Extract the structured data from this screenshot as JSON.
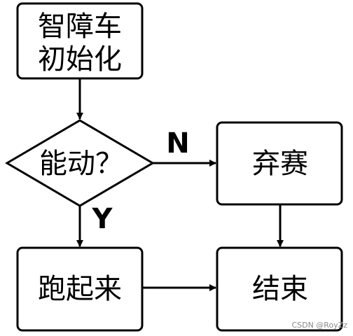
{
  "nodes": {
    "init": {
      "line1": "智障车",
      "line2": "初始化"
    },
    "decision": {
      "label": "能动？"
    },
    "forfeit": {
      "label": "弃赛"
    },
    "run": {
      "label": "跑起来"
    },
    "end": {
      "label": "结束"
    }
  },
  "edges": {
    "no_label": "N",
    "yes_label": "Y"
  },
  "watermark": "CSDN @RoyZz",
  "colors": {
    "stroke": "#000000",
    "background": "#ffffff",
    "watermark": "#8a8a8a"
  }
}
